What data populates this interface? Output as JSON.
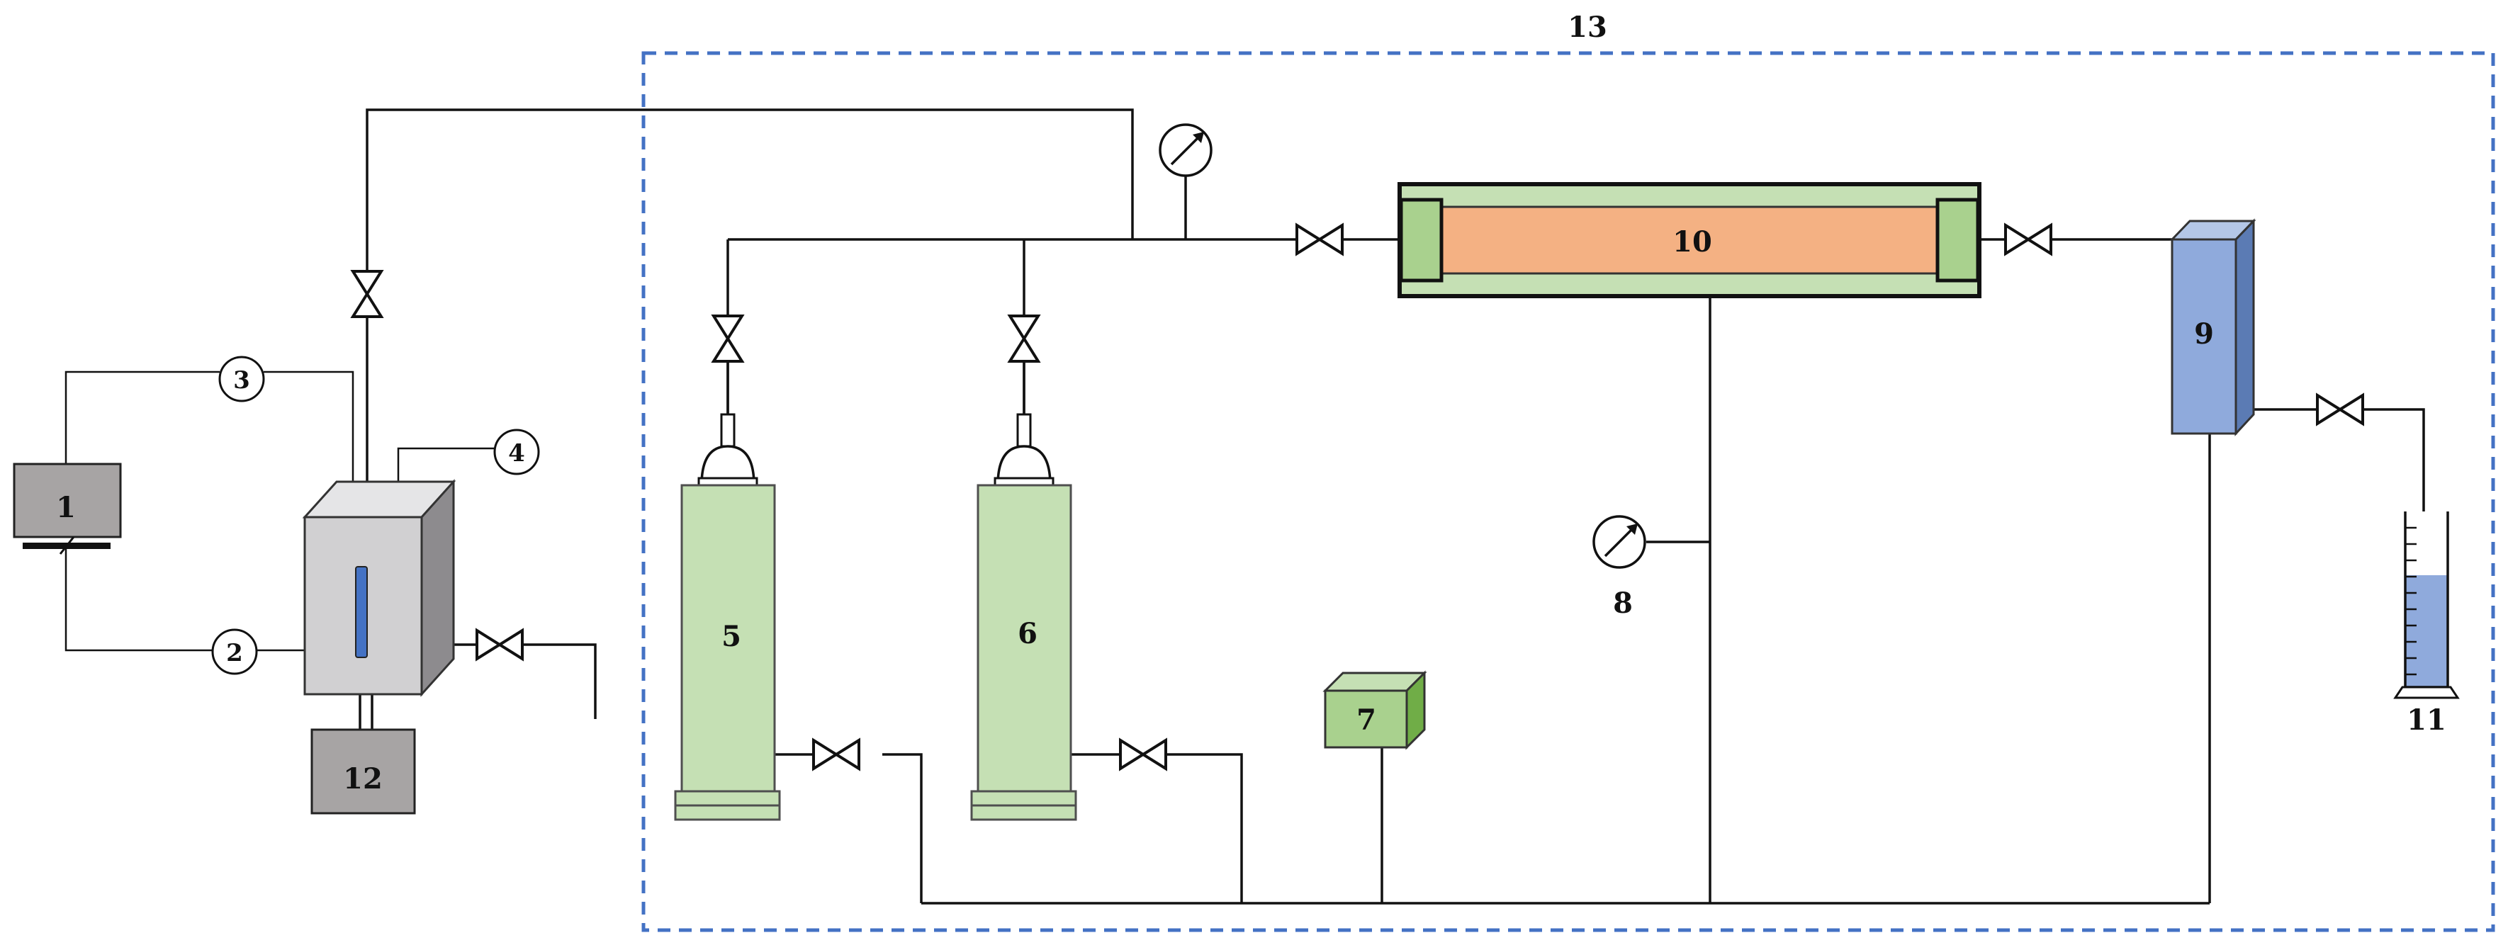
{
  "labels": {
    "n1": "1",
    "n2": "2",
    "n3": "3",
    "n4": "4",
    "n5": "5",
    "n6": "6",
    "n7": "7",
    "n8": "8",
    "n9": "9",
    "n10": "10",
    "n11": "11",
    "n12": "12",
    "n13": "13"
  },
  "colors": {
    "grey_box": "#a7a4a4",
    "vessel_light": "#d1d0d2",
    "vessel_top": "#e5e5e7",
    "vessel_side": "#8d8b8e",
    "sight_glass": "#4472c4",
    "cylinder_green": "#c5e0b4",
    "cylinder_border": "#4f4f4f",
    "block_green": "#a9d18e",
    "core_orange": "#f4b183",
    "column_blue": "#8faadc",
    "column_blue_side": "#5b7bb4",
    "dashed_frame": "#4472c4",
    "cylinder_liquid": "#8faadc"
  },
  "icons": {
    "valve": "bowtie-valve-icon",
    "gauge": "pressure-gauge-icon"
  }
}
